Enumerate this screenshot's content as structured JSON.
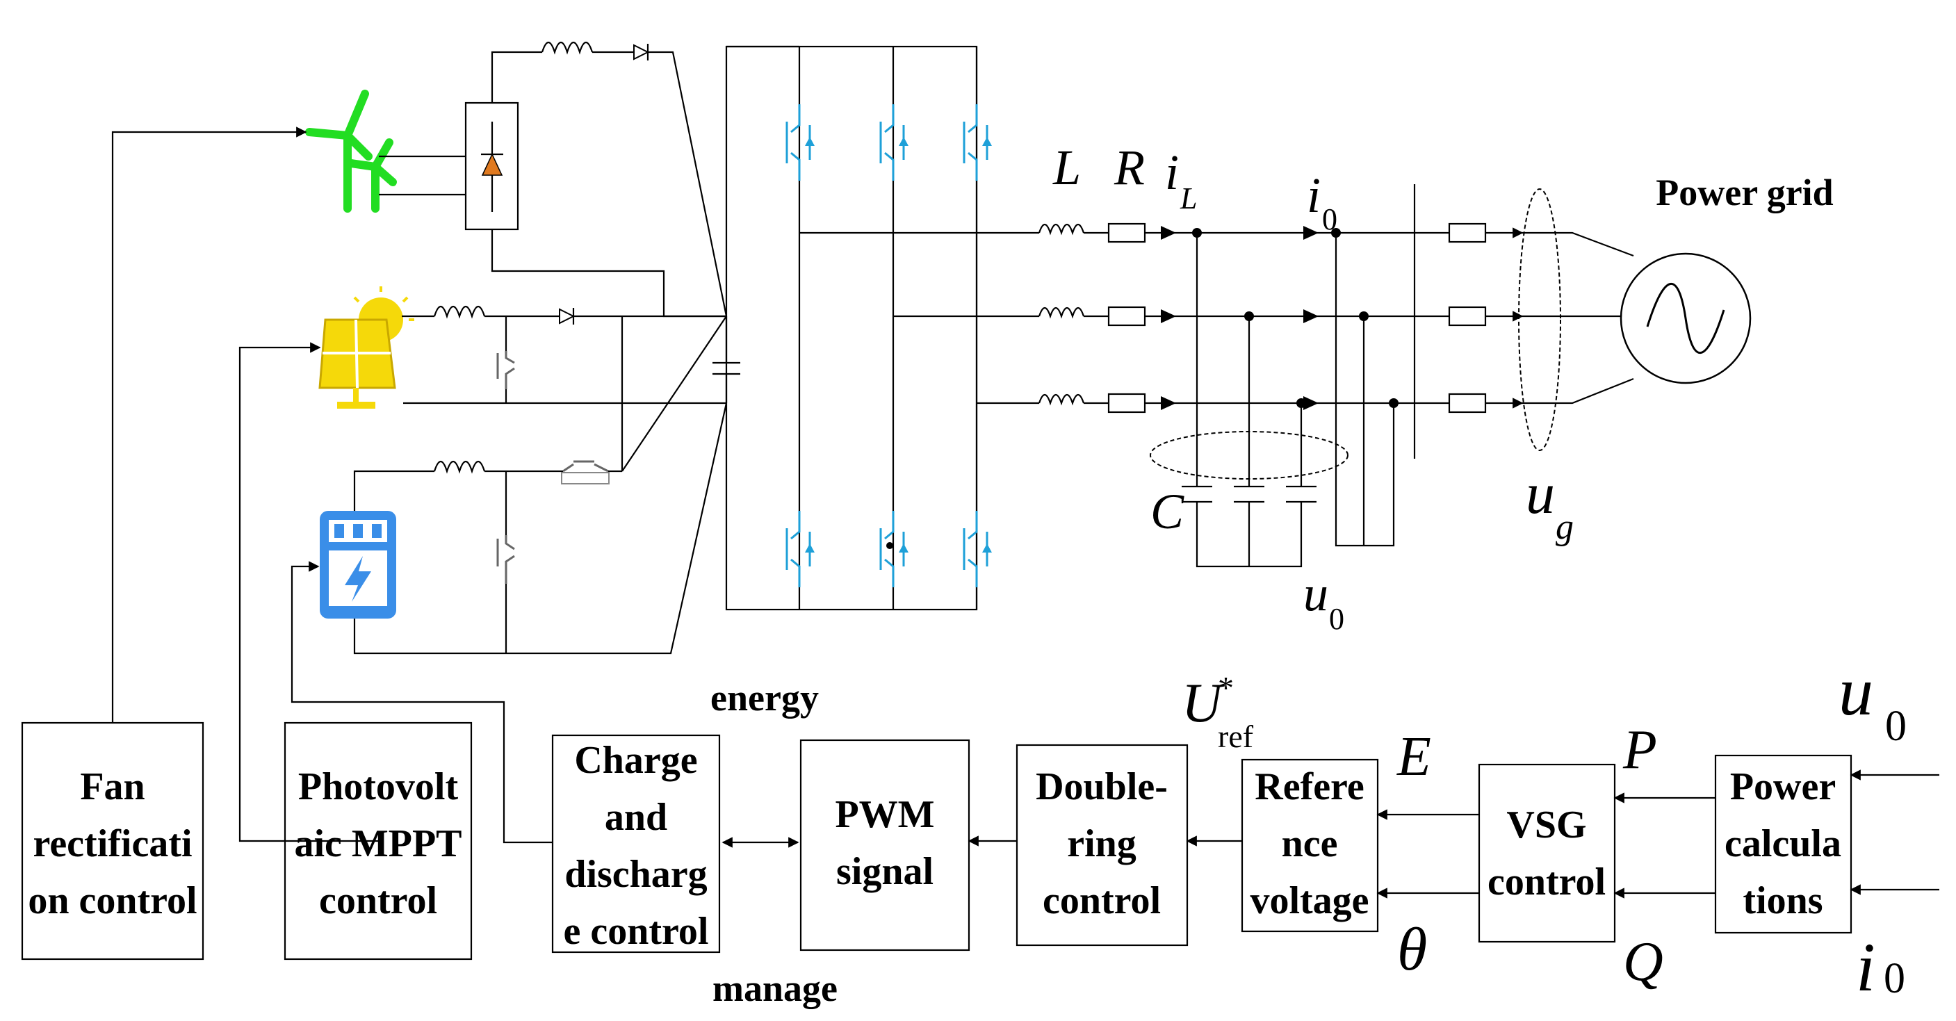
{
  "blocks": {
    "fan": [
      "Fan",
      "rectificati",
      "on control"
    ],
    "pv": [
      "Photovolt",
      "aic MPPT",
      "control"
    ],
    "charge": [
      "Charge",
      "and",
      "discharg",
      "e control"
    ],
    "pwm": [
      "PWM",
      "signal"
    ],
    "doubling": [
      "Double-",
      "ring",
      "control"
    ],
    "reference": [
      "Refere",
      "nce",
      "voltage"
    ],
    "vsg": [
      "VSG",
      "control"
    ],
    "power": [
      "Power",
      "calcula",
      "tions"
    ]
  },
  "labels": {
    "power_grid": "Power grid",
    "energy": "energy",
    "manage": "manage"
  },
  "symbols": {
    "L": "L",
    "R": "R",
    "iL": "i",
    "iL_sub": "L",
    "i0": "i",
    "i0_sub": "0",
    "C": "C",
    "ug": "u",
    "ug_sub": "g",
    "u0": "u",
    "u0_sub": "0",
    "Uref": "U",
    "Uref_sup": "*",
    "Uref_sub": "ref",
    "E": "E",
    "theta": "θ",
    "P": "P",
    "Q": "Q",
    "u0_in": "u",
    "u0_in_sub": "0",
    "i0_in": "i",
    "i0_in_sub": "0"
  },
  "icons": {
    "wind": "wind-turbine-icon",
    "solar": "solar-panel-icon",
    "battery": "battery-storage-icon",
    "grid": "ac-source-icon"
  },
  "colors": {
    "wind": "#22dd22",
    "solar": "#f5d90a",
    "battery": "#3a8ee8",
    "igbt": "#1ea0d8",
    "rectifier": "#e07a20"
  }
}
